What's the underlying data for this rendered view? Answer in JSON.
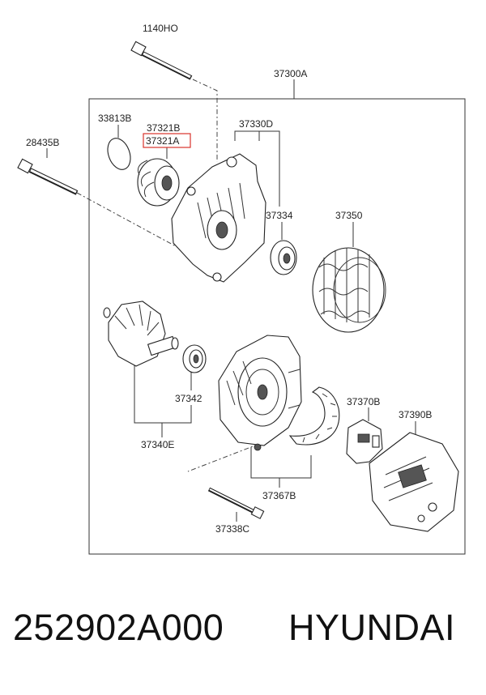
{
  "callouts": {
    "bolt_top": "1140HO",
    "assembly": "37300A",
    "oring": "33813B",
    "pulley_b": "37321B",
    "pulley_a": "37321A",
    "bracket": "37330D",
    "bolt_left": "28435B",
    "bearing_front": "37334",
    "stator": "37350",
    "bearing_rear": "37342",
    "rotor": "37340E",
    "rectifier": "37370B",
    "cover": "37390B",
    "rear_bracket": "37367B",
    "stud_bolt": "37338C"
  },
  "highlight_color": "#d9322b",
  "footer": {
    "part_number": "252902A000",
    "brand": "HYUNDAI"
  }
}
